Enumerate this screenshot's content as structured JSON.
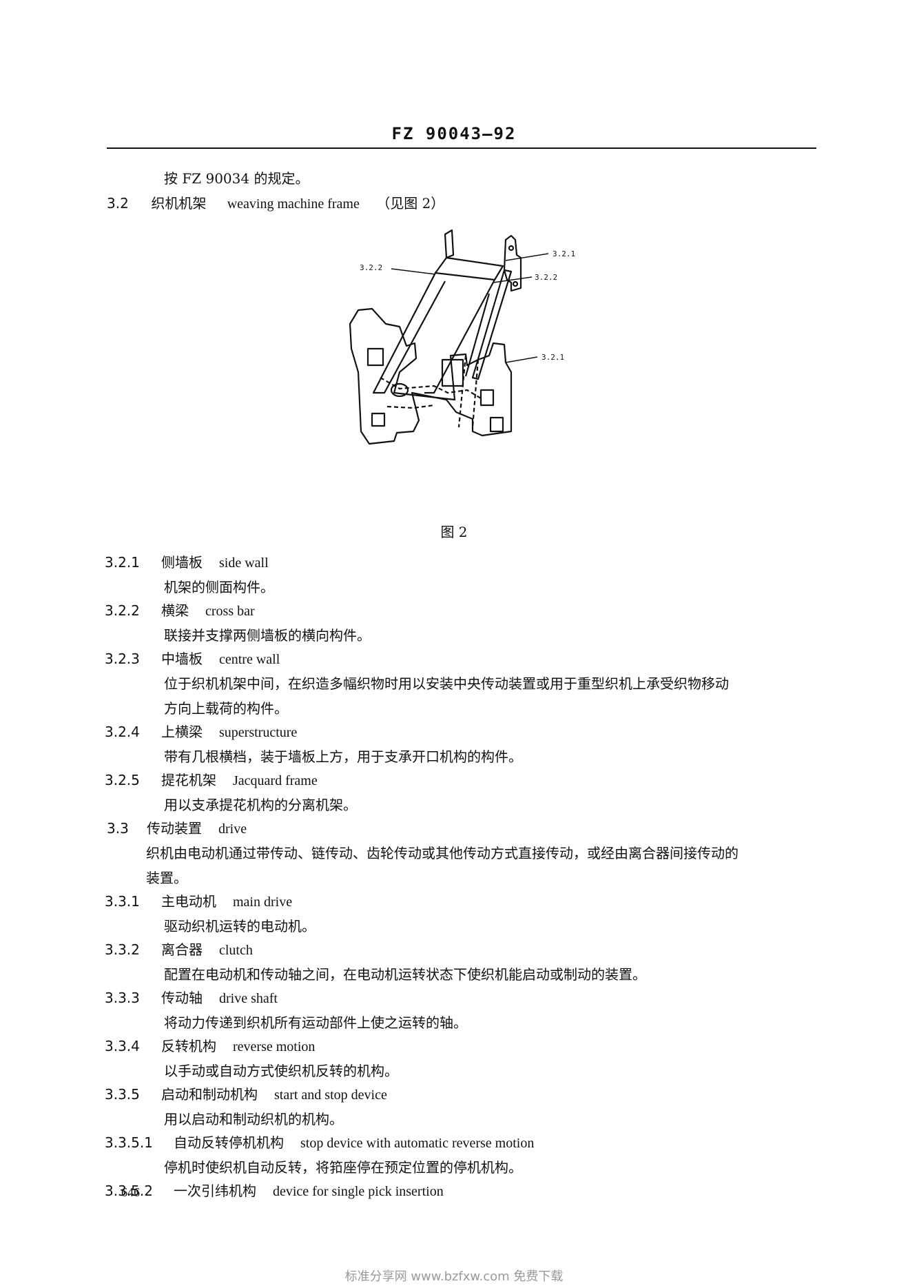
{
  "header": {
    "code": "FZ 90043—92"
  },
  "intro_line": "按 FZ 90034 的规定。",
  "section_3_2": {
    "num": "3.2",
    "zh": "织机机架",
    "en": "weaving machine frame",
    "ref": "（见图 2）"
  },
  "figure": {
    "labels": [
      "3.2.1",
      "3.2.2",
      "3.2.2",
      "3.2.1"
    ],
    "caption": "图 2"
  },
  "entries": [
    {
      "num": "3.2.1",
      "zh": "侧墙板",
      "en": "side wall",
      "def": [
        "机架的侧面构件。"
      ]
    },
    {
      "num": "3.2.2",
      "zh": "横梁",
      "en": "cross bar",
      "def": [
        "联接并支撑两侧墙板的横向构件。"
      ]
    },
    {
      "num": "3.2.3",
      "zh": "中墙板",
      "en": "centre wall",
      "def": [
        "位于织机机架中间，在织造多幅织物时用以安装中央传动装置或用于重型织机上承受织物移动",
        "方向上载荷的构件。"
      ]
    },
    {
      "num": "3.2.4",
      "zh": "上横梁",
      "en": "superstructure",
      "def": [
        "带有几根横档，装于墙板上方，用于支承开口机构的构件。"
      ]
    },
    {
      "num": "3.2.5",
      "zh": "提花机架",
      "en": "Jacquard frame",
      "def": [
        "用以支承提花机构的分离机架。"
      ]
    },
    {
      "num": "3.3",
      "zh": "传动装置",
      "en": "drive",
      "def": [
        "织机由电动机通过带传动、链传动、齿轮传动或其他传动方式直接传动，或经由离合器间接传动的",
        "装置。"
      ]
    },
    {
      "num": "3.3.1",
      "zh": "主电动机",
      "en": "main drive",
      "def": [
        "驱动织机运转的电动机。"
      ]
    },
    {
      "num": "3.3.2",
      "zh": "离合器",
      "en": "clutch",
      "def": [
        "配置在电动机和传动轴之间，在电动机运转状态下使织机能启动或制动的装置。"
      ]
    },
    {
      "num": "3.3.3",
      "zh": "传动轴",
      "en": "drive shaft",
      "def": [
        "将动力传递到织机所有运动部件上使之运转的轴。"
      ]
    },
    {
      "num": "3.3.4",
      "zh": "反转机构",
      "en": "reverse motion",
      "def": [
        "以手动或自动方式使织机反转的机构。"
      ]
    },
    {
      "num": "3.3.5",
      "zh": "启动和制动机构",
      "en": "start and stop device",
      "def": [
        "用以启动和制动织机的机构。"
      ]
    },
    {
      "num": "3.3.5.1",
      "zh": "自动反转停机机构",
      "en": "stop device with automatic reverse motion",
      "def": [
        "停机时使织机自动反转，将筘座停在预定位置的停机机构。"
      ]
    },
    {
      "num": "3.3.5.2",
      "zh": "一次引纬机构",
      "en": "device for single pick insertion",
      "def": []
    }
  ],
  "page_number": "646",
  "watermark": "标准分享网 www.bzfxw.com 免费下载"
}
